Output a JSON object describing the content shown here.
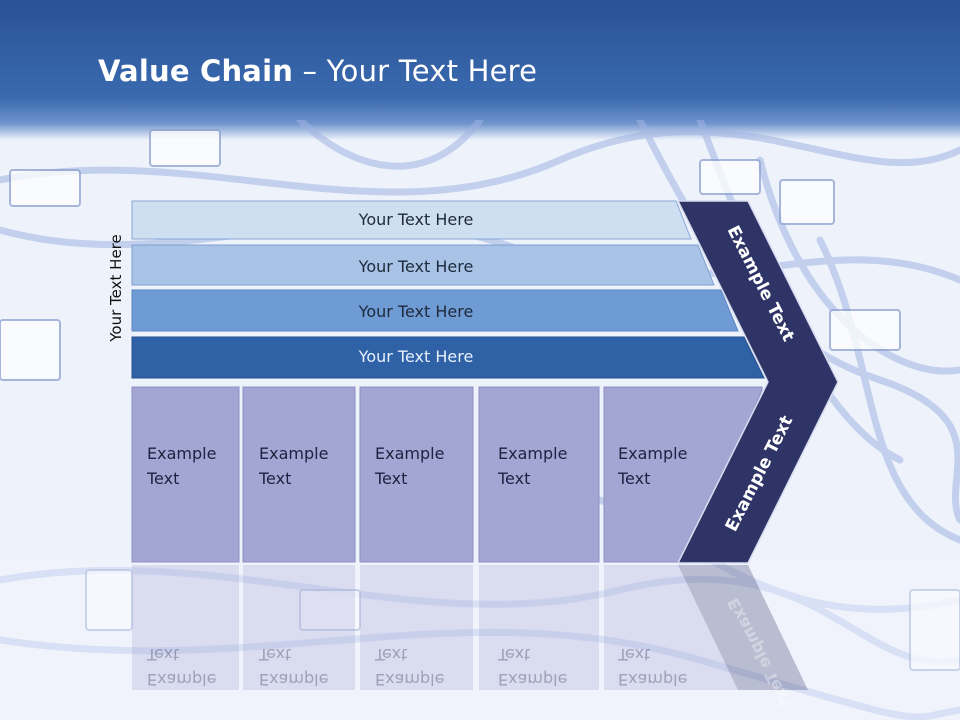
{
  "title": {
    "strong": "Value Chain",
    "rest": " – Your Text Here"
  },
  "side_label": "Your Text Here",
  "rows": [
    {
      "label": "Your Text Here",
      "color": "#cfdff2"
    },
    {
      "label": "Your Text Here",
      "color": "#a8c3e6"
    },
    {
      "label": "Your Text Here",
      "color": "#6f9bd4"
    },
    {
      "label": "Your Text Here",
      "color": "#2f61a7"
    }
  ],
  "boxes": [
    {
      "line1": "Example",
      "line2": "Text"
    },
    {
      "line1": "Example",
      "line2": "Text"
    },
    {
      "line1": "Example",
      "line2": "Text"
    },
    {
      "line1": "Example",
      "line2": "Text"
    },
    {
      "line1": "Example",
      "line2": "Text"
    }
  ],
  "arrow": {
    "upper_label": "Example Text",
    "lower_label": "Example Text",
    "color": "#2f3466"
  },
  "colors": {
    "box_fill": "#a3a6d3",
    "header": "#2a5294"
  }
}
